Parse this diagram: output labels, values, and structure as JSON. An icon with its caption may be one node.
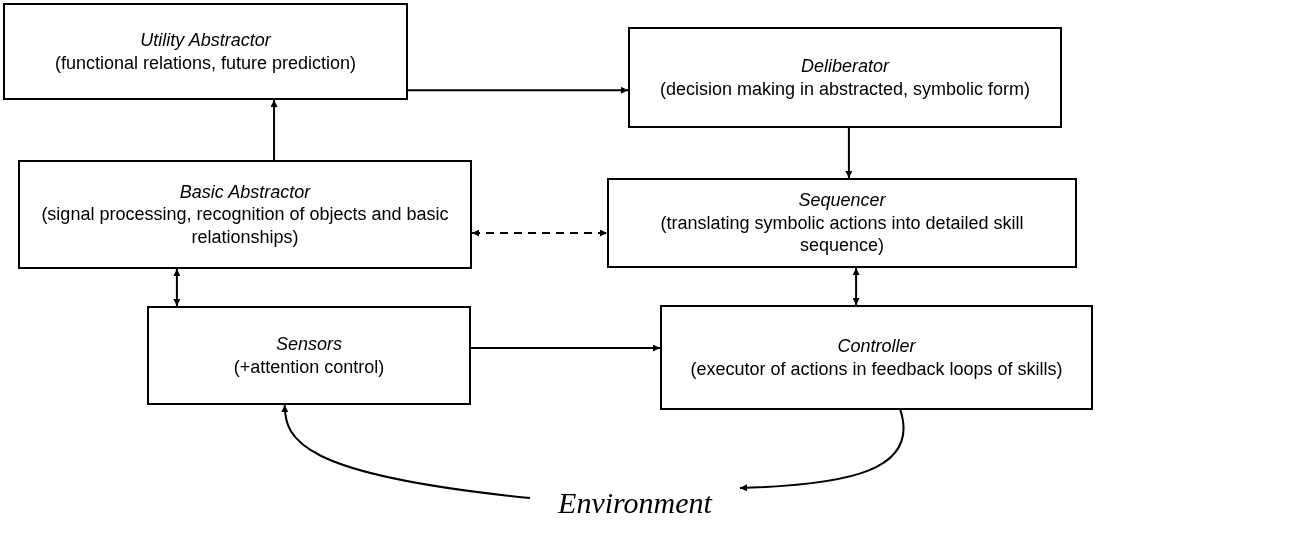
{
  "diagram": {
    "nodes": [
      {
        "text": [
          "Utility Abstractor",
          "(functional relations, future prediction)"
        ]
      },
      {
        "text": [
          "Deliberator",
          "(decision making in abstracted, symbolic form)"
        ]
      },
      {
        "text": [
          "Basic Abstractor",
          "(signal processing, recognition of objects and  basic relationships)"
        ]
      },
      {
        "text": [
          "Sequencer",
          "(translating symbolic actions into detailed skill sequence)"
        ]
      },
      {
        "text": [
          "Sensors",
          "(+attention control)"
        ]
      },
      {
        "text": [
          "Controller",
          "(executor of actions in feedback loops of  skills)"
        ]
      },
      {
        "text": [
          "Environment"
        ]
      }
    ],
    "edges": [
      {
        "from": 0,
        "to": 1,
        "arrow": "to"
      },
      {
        "from": 2,
        "to": 0,
        "arrow": "to"
      },
      {
        "from": 1,
        "to": 3,
        "arrow": "to"
      },
      {
        "from": 2,
        "to": 3,
        "arrow": "both",
        "style": "dashed"
      },
      {
        "from": 2,
        "to": 4,
        "arrow": "both"
      },
      {
        "from": 3,
        "to": 5,
        "arrow": "both"
      },
      {
        "from": 4,
        "to": 5,
        "arrow": "to"
      },
      {
        "from": 5,
        "to": 6,
        "arrow": "to"
      },
      {
        "from": 6,
        "to": 4,
        "arrow": "to"
      }
    ]
  }
}
